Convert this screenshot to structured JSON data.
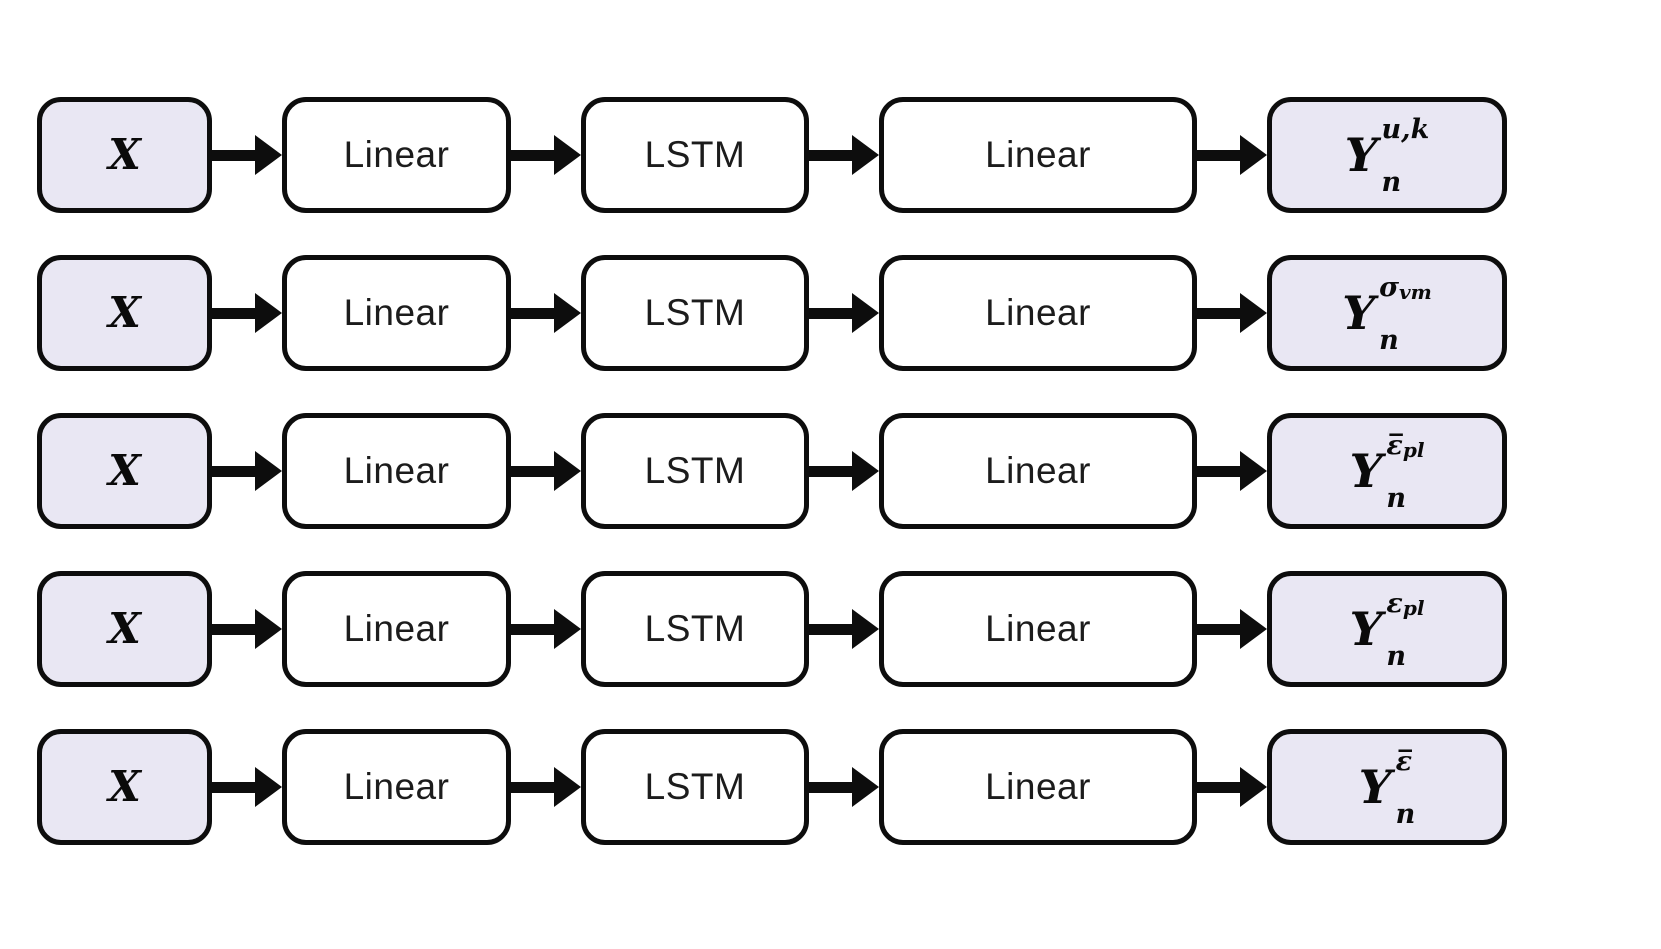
{
  "diagram": {
    "description": "Five parallel neural-network pipelines, each mapping input X through Linear, LSTM and Linear blocks to an output quantity",
    "colors": {
      "accent_box_fill": "#e9e7f3",
      "plain_box_fill": "#ffffff",
      "border": "#0d0d0d"
    },
    "rows": [
      {
        "input": "X",
        "blocks": [
          "Linear",
          "LSTM",
          "Linear"
        ],
        "output": {
          "base": "Y",
          "sub": "n",
          "sup_main": "u,k",
          "sup_sub": ""
        }
      },
      {
        "input": "X",
        "blocks": [
          "Linear",
          "LSTM",
          "Linear"
        ],
        "output": {
          "base": "Y",
          "sub": "n",
          "sup_main": "σ",
          "sup_sub": "vm"
        }
      },
      {
        "input": "X",
        "blocks": [
          "Linear",
          "LSTM",
          "Linear"
        ],
        "output": {
          "base": "Y",
          "sub": "n",
          "sup_main": "ε̅",
          "sup_sub": "pl"
        }
      },
      {
        "input": "X",
        "blocks": [
          "Linear",
          "LSTM",
          "Linear"
        ],
        "output": {
          "base": "Y",
          "sub": "n",
          "sup_main": "ε",
          "sup_sub": "pl"
        }
      },
      {
        "input": "X",
        "blocks": [
          "Linear",
          "LSTM",
          "Linear"
        ],
        "output": {
          "base": "Y",
          "sub": "n",
          "sup_main": "ε̅",
          "sup_sub": ""
        }
      }
    ]
  }
}
